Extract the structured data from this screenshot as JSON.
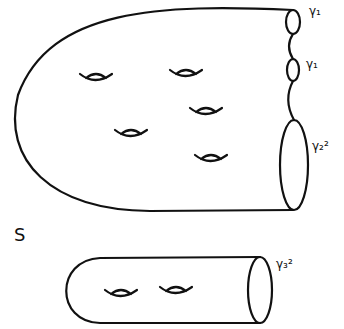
{
  "diagram": {
    "labels": [
      "γ₁",
      "γ₁",
      "γ₂²",
      "S",
      "γ₃²"
    ]
  }
}
